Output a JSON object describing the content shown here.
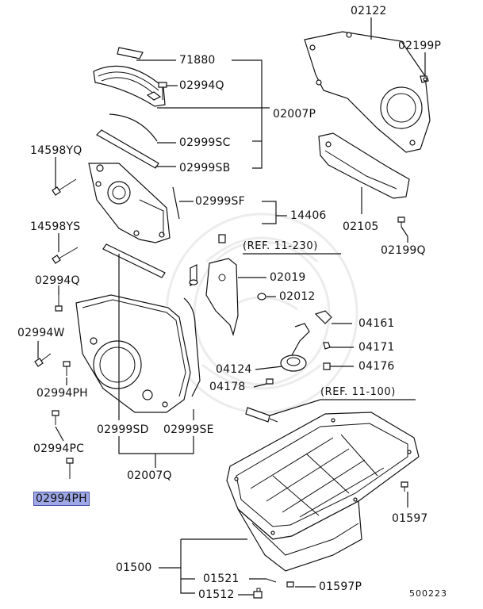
{
  "diagram": {
    "labels": {
      "p02122": "02122",
      "p71880": "71880",
      "p02199p": "02199P",
      "p02994q_top": "02994Q",
      "p02007p": "02007P",
      "p14598yq": "14598YQ",
      "p02999sc": "02999SC",
      "p02999sb": "02999SB",
      "p02999sf": "02999SF",
      "p14406": "14406",
      "p02105": "02105",
      "p14598ys": "14598YS",
      "p02199q": "02199Q",
      "p02019": "02019",
      "p02994q_left": "02994Q",
      "p02012": "02012",
      "p04161": "04161",
      "p02994w": "02994W",
      "p04171": "04171",
      "p04124": "04124",
      "p04176": "04176",
      "p02994ph_mid": "02994PH",
      "p04178": "04178",
      "p02999sd": "02999SD",
      "p02999se": "02999SE",
      "p02994pc": "02994PC",
      "p02007q": "02007Q",
      "p02994ph_selected": "02994PH",
      "p01597_right": "01597",
      "p01500": "01500",
      "p01521": "01521",
      "p01597p": "01597P",
      "p01512": "01512"
    },
    "refs": {
      "ref_11_230": "(REF. 11-230)",
      "ref_11_100": "(REF. 11-100)"
    },
    "drawing_code": "500223",
    "highlight_color": "#9ea8e6"
  }
}
